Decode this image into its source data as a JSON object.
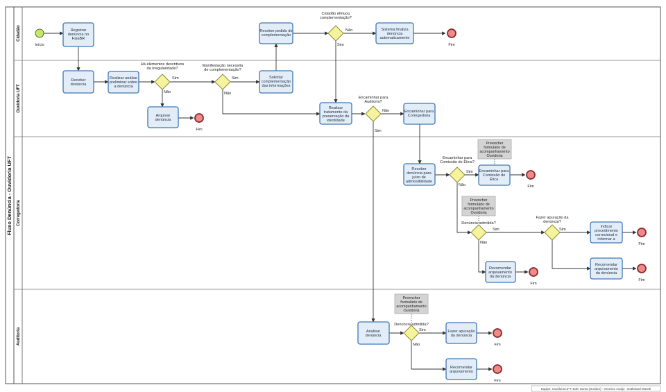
{
  "pool": {
    "title": "Fluxo Denúncia - Ouvidoria UFT"
  },
  "lanes": [
    "Cidadão",
    "Ouvidoria UFT",
    "Corregedoria",
    "Auditoria"
  ],
  "events": {
    "start": "Início",
    "end": "Fim"
  },
  "tasks": {
    "registrar": [
      "Registrar",
      "denúncia no",
      "FalaBR"
    ],
    "receber_denuncia": [
      "Receber",
      "denúncia"
    ],
    "analise_preliminar": [
      "Realizar análise",
      "preliminar sobre",
      "a denúncia"
    ],
    "arquivar": [
      "Arquivar",
      "denúncia"
    ],
    "receber_pedido": [
      "Receber pedido de",
      "complementação"
    ],
    "solicitar": [
      "Solicitar",
      "complementação",
      "das informações"
    ],
    "sistema_finaliza": [
      "Sistema finaliza",
      "denúncia",
      "automaticamente"
    ],
    "tratamento": [
      "Realizar",
      "tratamento da",
      "preservação da",
      "identidade"
    ],
    "encaminhar_corregedoria": [
      "Encaminhar para",
      "Corregedoria"
    ],
    "receber_juizo": [
      "Receber",
      "denúncia para",
      "juízo de",
      "admissibilidade"
    ],
    "encaminhar_etica": [
      "Encaminhar para",
      "Comissão de",
      "Ética"
    ],
    "indicar": [
      "Indicar",
      "procedimento",
      "correcional e",
      "informar a"
    ],
    "recomendar_corr_1": [
      "Recomendar",
      "arquivamento",
      "da denúncia"
    ],
    "recomendar_corr_2": [
      "Recomendar",
      "arquivamento",
      "da denúncia"
    ],
    "analisar": [
      "Analisar",
      "denúncia"
    ],
    "fazer_apuracao": [
      "Fazer apuração",
      "da denúncia"
    ],
    "recomendar_aud": [
      "Recomendar",
      "arquivamento"
    ]
  },
  "gateways": {
    "irregularidade": [
      "Há elementos descritivos",
      "da irregularidade?"
    ],
    "necessita": [
      "Manifestação necessita",
      "de complementação?"
    ],
    "efetuou": [
      "Cidadão efetuou",
      "complementação?"
    ],
    "auditoria": [
      "Encaminhar para",
      "Auditoria?"
    ],
    "etica": [
      "Encaminhar para",
      "Comissão de Ética?"
    ],
    "admitida": "Denúncia admitida?",
    "apuracao": [
      "Fazer apuração da",
      "denúncia?"
    ]
  },
  "branch_labels": {
    "yes": "Sim",
    "no": "Não"
  },
  "notes": {
    "formulario": [
      "Preencher",
      "formulário de",
      "acompanhamento",
      "Ouvidoria"
    ]
  },
  "footer": "Equipe: Ouvidoria UFT: Eder Gama (Ouvidor) - Veronice Araújo - Nathanael Maretti",
  "colors": {
    "task_fill": "#e3edf8",
    "task_stroke": "#3f77b5",
    "gateway_fill": "#f6f39d",
    "start_fill": "#c6e86a",
    "end_fill": "#f08a8a",
    "note_fill": "#d4d4d4"
  }
}
